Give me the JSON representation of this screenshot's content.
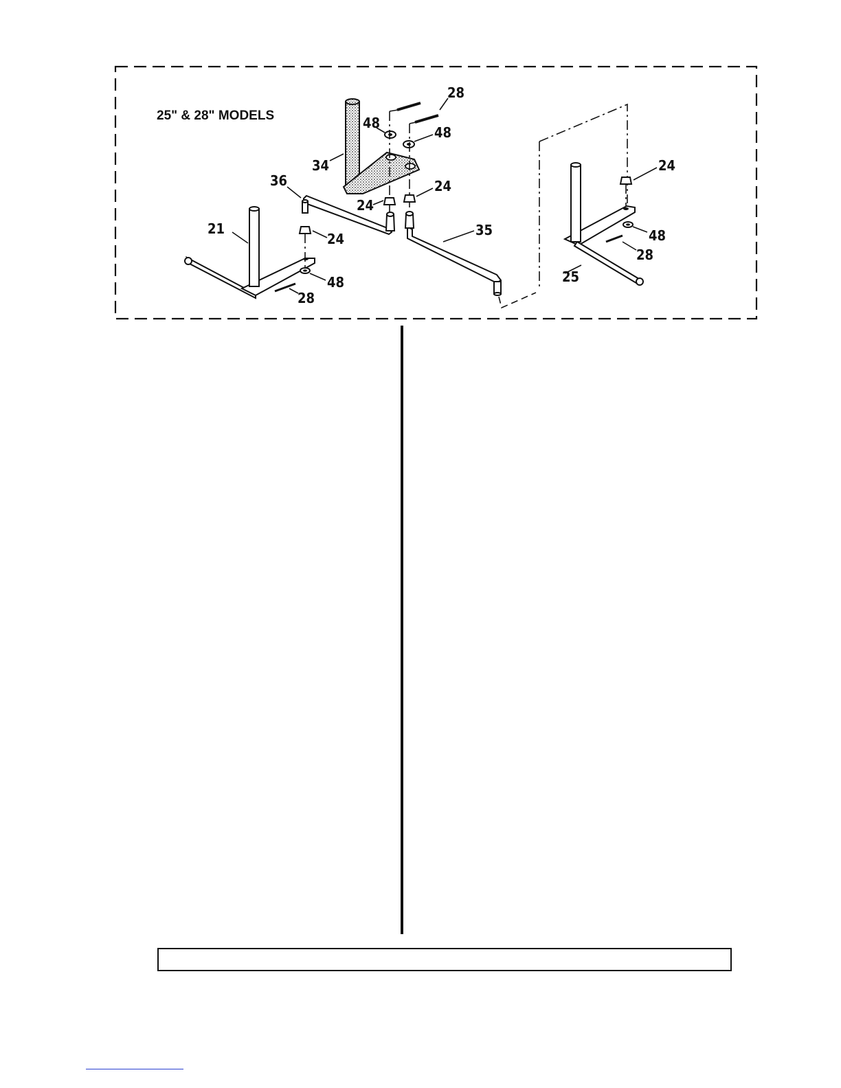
{
  "figure": {
    "title": "25\" & 28\" MODELS",
    "callouts": {
      "handle_plate_34": "34",
      "screw_28_top": "28",
      "washer_48_top_left": "48",
      "washer_48_top_right": "48",
      "link_36": "36",
      "nut_24_center_left": "24",
      "nut_24_center_right": "24",
      "link_35": "35",
      "leg_21": "21",
      "nut_24_left": "24",
      "washer_48_left": "48",
      "screw_28_left": "28",
      "nut_24_right": "24",
      "washer_48_right": "48",
      "screw_28_right": "28",
      "leg_25": "25"
    }
  },
  "colors": {
    "ink": "#111111",
    "link_underline": "#2a3fd0"
  }
}
